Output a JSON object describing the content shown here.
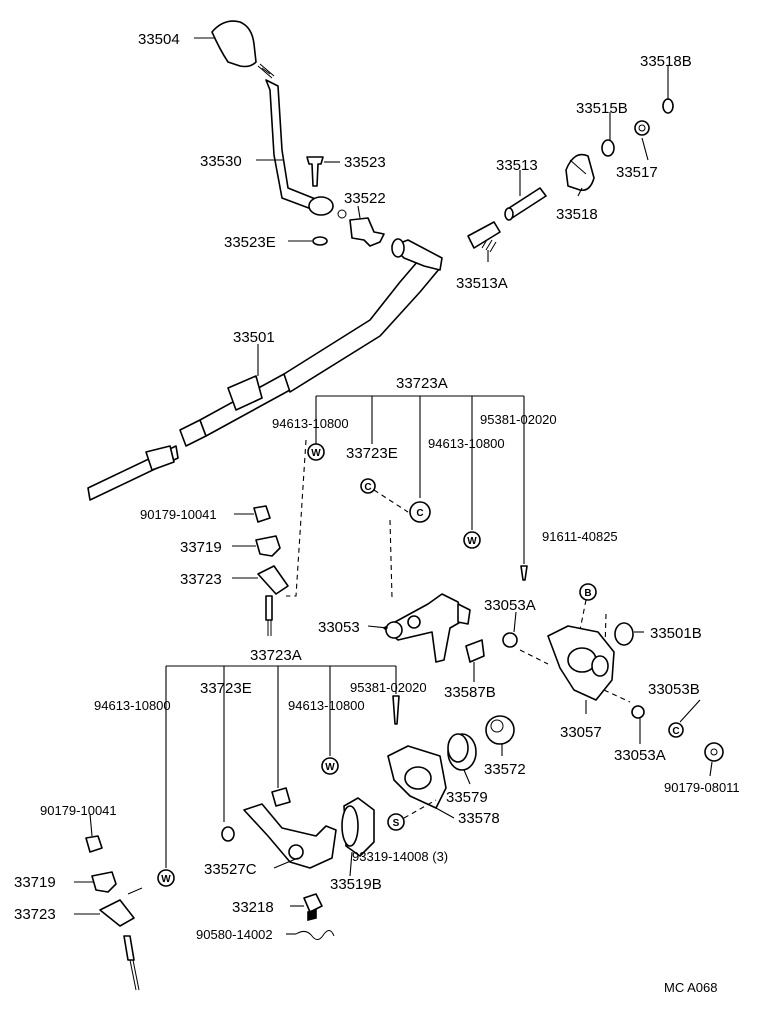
{
  "diagram": {
    "code": "MC  A068",
    "symbols": {
      "washer": "W",
      "bolt": "B",
      "stud": "S",
      "clip": "C"
    },
    "labels": {
      "p33504": "33504",
      "p33518B": "33518B",
      "p33515B": "33515B",
      "p33530": "33530",
      "p33523": "33523",
      "p33513": "33513",
      "p33517": "33517",
      "p33522": "33522",
      "p33518": "33518",
      "p33523E": "33523E",
      "p33513A": "33513A",
      "p33501": "33501",
      "p33723A_top": "33723A",
      "p94613_top_a": "94613-10800",
      "p95381_top": "95381-02020",
      "p33723E_top": "33723E",
      "p94613_top_b": "94613-10800",
      "p90179_10041_top": "90179-10041",
      "p91611": "91611-40825",
      "p33719_top": "33719",
      "p33723_top": "33723",
      "p33053": "33053",
      "p33053A_top": "33053A",
      "p33501B": "33501B",
      "p33723A_bot": "33723A",
      "p33723E_bot": "33723E",
      "p95381_bot": "95381-02020",
      "p33587B": "33587B",
      "p33053B": "33053B",
      "p94613_bot_a": "94613-10800",
      "p94613_bot_b": "94613-10800",
      "p33057": "33057",
      "p33053A_bot": "33053A",
      "p33572": "33572",
      "p33579": "33579",
      "p90179_08011": "90179-08011",
      "p90179_10041_bot": "90179-10041",
      "p33578": "33578",
      "p93319": "93319-14008 (3)",
      "p33527C": "33527C",
      "p33519B": "33519B",
      "p33719_bot": "33719",
      "p33218": "33218",
      "p33723_bot": "33723",
      "p90580": "90580-14002"
    }
  }
}
